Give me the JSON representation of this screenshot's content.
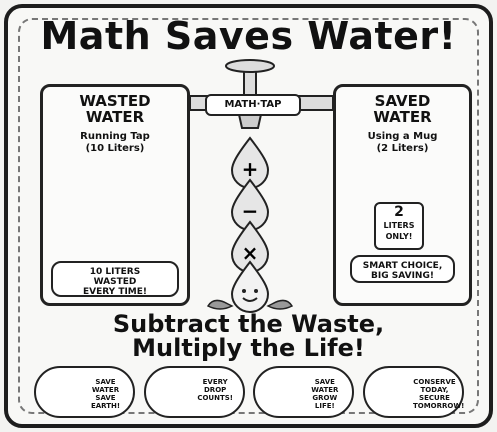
{
  "title": "Math Saves Water!",
  "tap_label": "MATH·TAP",
  "wasted_panel": {
    "title_line1": "WASTED",
    "title_line2": "WATER",
    "sub_line1": "Running Tap",
    "sub_line2": "(10 Liters)",
    "bubble_line1": "10 LITERS",
    "bubble_line2": "WASTED",
    "bubble_line3": "EVERY TIME!"
  },
  "saved_panel": {
    "title_line1": "SAVED",
    "title_line2": "WATER",
    "sub_line1": "Using a Mug",
    "sub_line2": "(2 Liters)",
    "mug_line1": "2",
    "mug_line2": "LITERS",
    "mug_line3": "ONLY!",
    "bubble_line1": "SMART CHOICE,",
    "bubble_line2": "BIG SAVING!"
  },
  "operators": [
    "+",
    "−",
    "×"
  ],
  "slogan_line1": "Subtract the Waste,",
  "slogan_line2": "Multiply the Life!",
  "badges": [
    {
      "line1": "SAVE",
      "line2": "WATER",
      "line3": "SAVE",
      "line4": "EARTH!",
      "icon": "earth-icon"
    },
    {
      "line1": "EVERY",
      "line2": "DROP",
      "line3": "COUNTS!",
      "line4": "",
      "icon": "water-drop-character-icon"
    },
    {
      "line1": "SAVE",
      "line2": "WATER",
      "line3": "GROW",
      "line4": "LIFE!",
      "icon": "plant-sprout-icon"
    },
    {
      "line1": "CONSERVE",
      "line2": "TODAY,",
      "line3": "SECURE",
      "line4": "TOMORROW!",
      "icon": "drop-icon"
    }
  ],
  "colors": {
    "ink": "#111111",
    "paper": "#f8f8f6"
  }
}
